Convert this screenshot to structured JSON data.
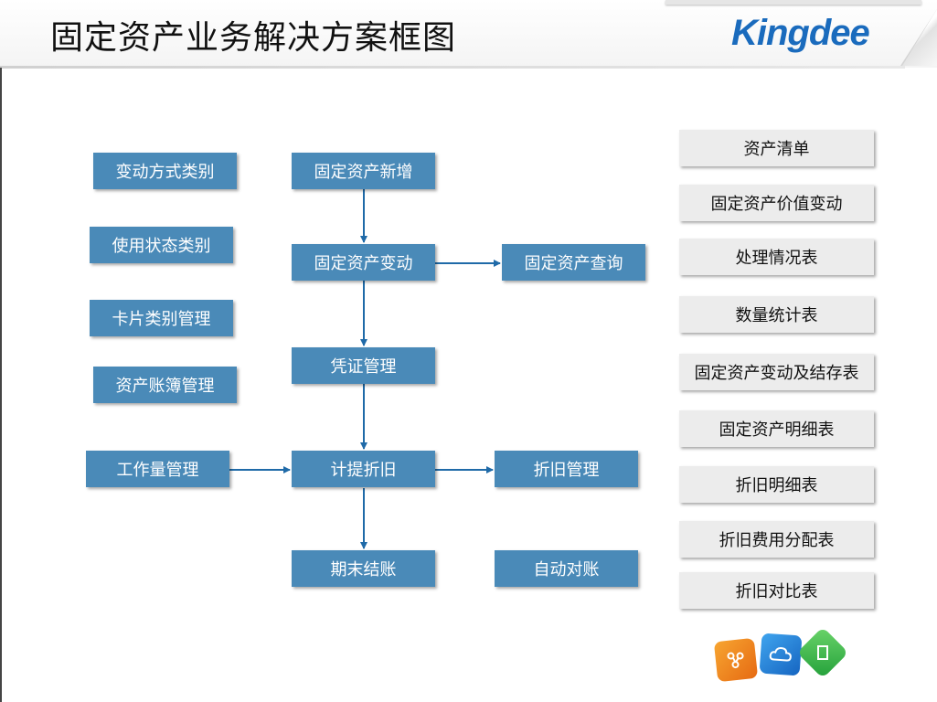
{
  "header": {
    "title": "固定资产业务解决方案框图",
    "logo_text": "Kingdee"
  },
  "left_boxes": {
    "change_type": "变动方式类别",
    "usage_status": "使用状态类别",
    "card_category": "卡片类别管理",
    "asset_ledger": "资产账簿管理",
    "workload": "工作量管理"
  },
  "flow_boxes": {
    "new_asset": "固定资产新增",
    "asset_change": "固定资产变动",
    "voucher": "凭证管理",
    "depreciation": "计提折旧",
    "period_close": "期末结账"
  },
  "side_boxes": {
    "asset_query": "固定资产查询",
    "depreciation_mgmt": "折旧管理",
    "auto_reconcile": "自动对账"
  },
  "reports": [
    "资产清单",
    "固定资产价值变动",
    "处理情况表",
    "数量统计表",
    "固定资产变动及结存表",
    "固定资产明细表",
    "折旧明细表",
    "折旧费用分配表",
    "折旧对比表"
  ],
  "colors": {
    "flow_box": "#4a8ab8",
    "report_box": "#ececec",
    "arrow": "#1f6aa8",
    "logo": "#1a6bbd"
  },
  "icons": [
    "orange-network-cube-icon",
    "blue-cloud-cube-icon",
    "green-document-cube-icon"
  ]
}
